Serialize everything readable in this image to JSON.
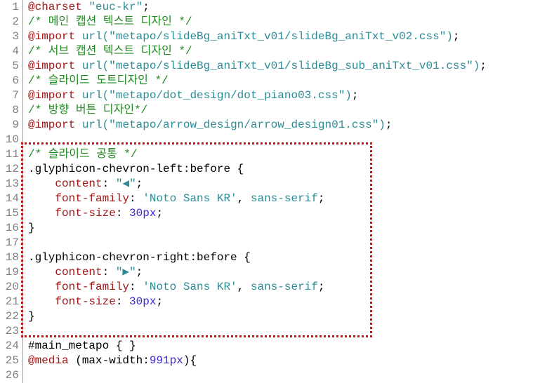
{
  "lines": [
    [
      {
        "c": "at",
        "t": "@charset"
      },
      {
        "c": "",
        "t": " "
      },
      {
        "c": "str",
        "t": "\"euc-kr\""
      },
      {
        "c": "",
        "t": ";"
      }
    ],
    [
      {
        "c": "cm",
        "t": "/* 메인 캡션 텍스트 디자인 */"
      }
    ],
    [
      {
        "c": "at",
        "t": "@import"
      },
      {
        "c": "",
        "t": " "
      },
      {
        "c": "str",
        "t": "url(\"metapo/slideBg_aniTxt_v01/slideBg_aniTxt_v02.css\")"
      },
      {
        "c": "",
        "t": ";"
      }
    ],
    [
      {
        "c": "cm",
        "t": "/* 서브 캡션 텍스트 디자인 */"
      }
    ],
    [
      {
        "c": "at",
        "t": "@import"
      },
      {
        "c": "",
        "t": " "
      },
      {
        "c": "str",
        "t": "url(\"metapo/slideBg_aniTxt_v01/slideBg_sub_aniTxt_v01.css\")"
      },
      {
        "c": "",
        "t": ";"
      }
    ],
    [
      {
        "c": "cm",
        "t": "/* 슬라이드 도트디자인 */"
      }
    ],
    [
      {
        "c": "at",
        "t": "@import"
      },
      {
        "c": "",
        "t": " "
      },
      {
        "c": "str",
        "t": "url(\"metapo/dot_design/dot_piano03.css\")"
      },
      {
        "c": "",
        "t": ";"
      }
    ],
    [
      {
        "c": "cm",
        "t": "/* 방향 버튼 디자인*/"
      }
    ],
    [
      {
        "c": "at",
        "t": "@import"
      },
      {
        "c": "",
        "t": " "
      },
      {
        "c": "str",
        "t": "url(\"metapo/arrow_design/arrow_design01.css\")"
      },
      {
        "c": "",
        "t": ";"
      }
    ],
    [],
    [
      {
        "c": "cm",
        "t": "/* 슬라이드 공통 */"
      }
    ],
    [
      {
        "c": "",
        "t": ".glyphicon-chevron-left:before {"
      }
    ],
    [
      {
        "c": "",
        "t": "    "
      },
      {
        "c": "prop",
        "t": "content"
      },
      {
        "c": "",
        "t": ": "
      },
      {
        "c": "str",
        "t": "\"◀\""
      },
      {
        "c": "",
        "t": ";"
      }
    ],
    [
      {
        "c": "",
        "t": "    "
      },
      {
        "c": "prop",
        "t": "font-family"
      },
      {
        "c": "",
        "t": ": "
      },
      {
        "c": "str",
        "t": "'Noto Sans KR'"
      },
      {
        "c": "",
        "t": ", "
      },
      {
        "c": "str",
        "t": "sans-serif"
      },
      {
        "c": "",
        "t": ";"
      }
    ],
    [
      {
        "c": "",
        "t": "    "
      },
      {
        "c": "prop",
        "t": "font-size"
      },
      {
        "c": "",
        "t": ": "
      },
      {
        "c": "num",
        "t": "30px"
      },
      {
        "c": "",
        "t": ";"
      }
    ],
    [
      {
        "c": "",
        "t": "}"
      }
    ],
    [],
    [
      {
        "c": "",
        "t": ".glyphicon-chevron-right:before {"
      }
    ],
    [
      {
        "c": "",
        "t": "    "
      },
      {
        "c": "prop",
        "t": "content"
      },
      {
        "c": "",
        "t": ": "
      },
      {
        "c": "str",
        "t": "\"▶\""
      },
      {
        "c": "",
        "t": ";"
      }
    ],
    [
      {
        "c": "",
        "t": "    "
      },
      {
        "c": "prop",
        "t": "font-family"
      },
      {
        "c": "",
        "t": ": "
      },
      {
        "c": "str",
        "t": "'Noto Sans KR'"
      },
      {
        "c": "",
        "t": ", "
      },
      {
        "c": "str",
        "t": "sans-serif"
      },
      {
        "c": "",
        "t": ";"
      }
    ],
    [
      {
        "c": "",
        "t": "    "
      },
      {
        "c": "prop",
        "t": "font-size"
      },
      {
        "c": "",
        "t": ": "
      },
      {
        "c": "num",
        "t": "30px"
      },
      {
        "c": "",
        "t": ";"
      }
    ],
    [
      {
        "c": "",
        "t": "}"
      }
    ],
    [],
    [
      {
        "c": "",
        "t": "#main_metapo { }"
      }
    ],
    [
      {
        "c": "at",
        "t": "@media"
      },
      {
        "c": "",
        "t": " ("
      },
      {
        "c": "",
        "t": "max-width"
      },
      {
        "c": "",
        "t": ":"
      },
      {
        "c": "num",
        "t": "991px"
      },
      {
        "c": "",
        "t": "){"
      }
    ],
    []
  ],
  "highlight_color": "#d01010"
}
